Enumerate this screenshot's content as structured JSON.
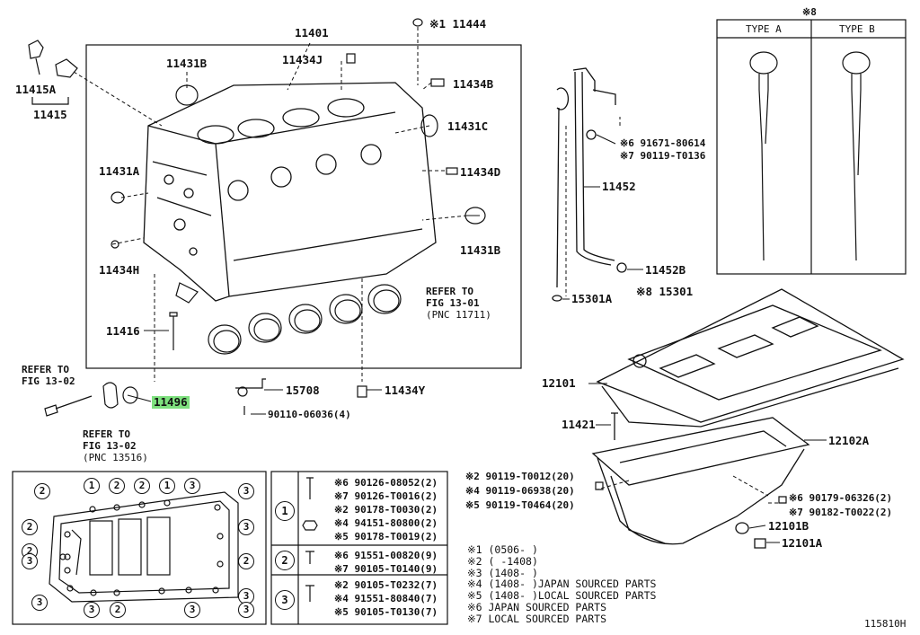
{
  "diagram_id": "115810H",
  "labels": {
    "p11401": "11401",
    "p11444": "※1  11444",
    "p11431B_top": "11431B",
    "p11434J": "11434J",
    "p11434B": "11434B",
    "p11431C": "11431C",
    "p11431A": "11431A",
    "p11434D": "11434D",
    "p11431B_low": "11431B",
    "p11434H": "11434H",
    "p11415A": "11415A",
    "p11415": "11415",
    "p11416": "11416",
    "p15708": "15708",
    "p11434Y": "11434Y",
    "p90110": "90110-06036(4)",
    "p11496": "11496",
    "refer1301": [
      "REFER TO",
      "FIG 13-01",
      "(PNC 11711)"
    ],
    "refer1302a": [
      "REFER TO",
      "FIG 13-02"
    ],
    "refer1302b": [
      "REFER TO",
      "FIG 13-02",
      "(PNC 13516)"
    ],
    "p91671": "※6 91671-80614",
    "p90119_t0136": "※7 90119-T0136",
    "p11452": "11452",
    "p11452B": "11452B",
    "p15301A": "15301A",
    "p15301": "※8 15301",
    "p12101": "12101",
    "p11421": "11421",
    "p12102A": "12102A",
    "p12101B": "12101B",
    "p12101A": "12101A",
    "bolts_left": [
      "※2 90119-T0012(20)",
      "※4 90119-06938(20)",
      "※5 90119-T0464(20)"
    ],
    "bolts_right": [
      "※6 90179-06326(2)",
      "※7 90182-T0022(2)"
    ]
  },
  "dipstick_types": {
    "header": "※8",
    "type_a": "TYPE A",
    "type_b": "TYPE B"
  },
  "bolt_table": [
    {
      "group": "1",
      "rows": [
        "※6  90126-08052(2)",
        "※7  90126-T0016(2)",
        "※2  90178-T0030(2)",
        "※4  94151-80800(2)",
        "※5  90178-T0019(2)"
      ]
    },
    {
      "group": "2",
      "rows": [
        "※6  91551-00820(9)",
        "※7  90105-T0140(9)"
      ]
    },
    {
      "group": "3",
      "rows": [
        "※2  90105-T0232(7)",
        "※4  91551-80840(7)",
        "※5  90105-T0130(7)"
      ]
    }
  ],
  "footnotes": [
    "※1 (0506-     )",
    "※2 (     -1408)",
    "※3 (1408-     )",
    "※4 (1408-     )JAPAN SOURCED PARTS",
    "※5 (1408-     )LOCAL SOURCED PARTS",
    "※6 JAPAN SOURCED PARTS",
    "※7 LOCAL SOURCED PARTS"
  ],
  "pan_callouts": [
    "2",
    "1",
    "2",
    "2",
    "1",
    "3",
    "3",
    "2",
    "2",
    "3",
    "3",
    "2",
    "3",
    "3",
    "3",
    "2",
    "3",
    "3"
  ]
}
